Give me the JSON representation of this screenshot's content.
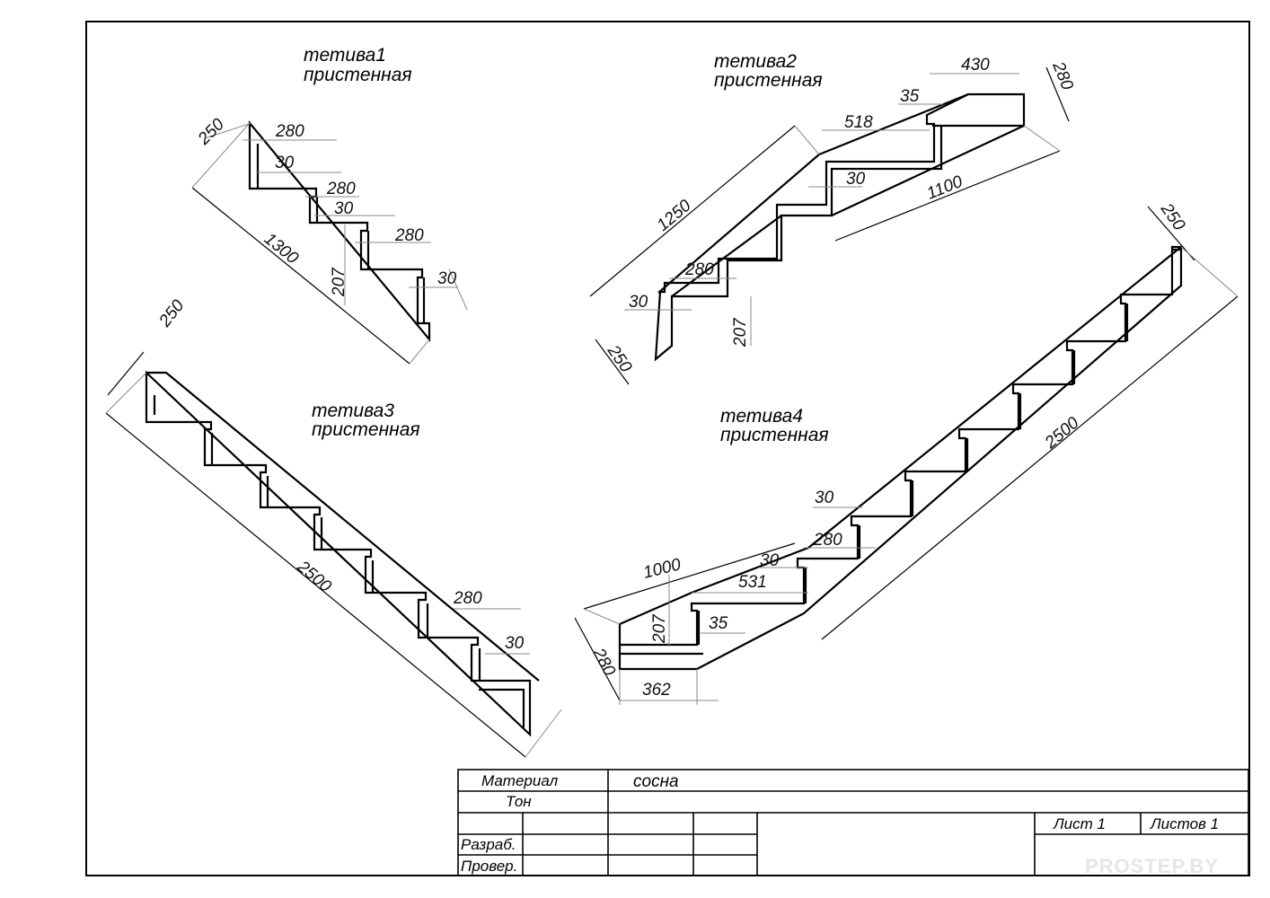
{
  "stringers": {
    "s1": {
      "name": "тетива1",
      "type": "пристенная"
    },
    "s2": {
      "name": "тетива2",
      "type": "пристенная"
    },
    "s3": {
      "name": "тетива3",
      "type": "пристенная"
    },
    "s4": {
      "name": "тетива4",
      "type": "пристенная"
    }
  },
  "dims": {
    "s1": {
      "width": "250",
      "length": "1300",
      "tread_a": "280",
      "nose_a": "30",
      "tread_b": "280",
      "nose_b": "30",
      "tread_c": "280",
      "nose_c": "30",
      "riser": "207"
    },
    "s2": {
      "top_tread": "430",
      "top_width": "280",
      "top_nose": "35",
      "landing": "518",
      "mid_nose": "30",
      "upper_len": "1100",
      "lower_len": "1250",
      "tread": "280",
      "nose": "30",
      "riser": "207",
      "bottom_width": "250"
    },
    "s3": {
      "width": "250",
      "length": "2500",
      "tread": "280",
      "nose": "30"
    },
    "s4": {
      "width": "250",
      "length": "2500",
      "nose_top": "30",
      "tread": "280",
      "nose_mid": "30",
      "landing_len": "1000",
      "landing": "531",
      "riser": "207",
      "nose_low": "35",
      "left_width": "280",
      "bottom_len": "362"
    }
  },
  "title_block": {
    "material_label": "Материал",
    "material_value": "сосна",
    "tone_label": "Тон",
    "developer_label": "Разраб.",
    "checker_label": "Провер.",
    "sheet_label": "Лист 1",
    "sheets_label": "Листов 1"
  },
  "watermark": "PROSTEP.BY"
}
